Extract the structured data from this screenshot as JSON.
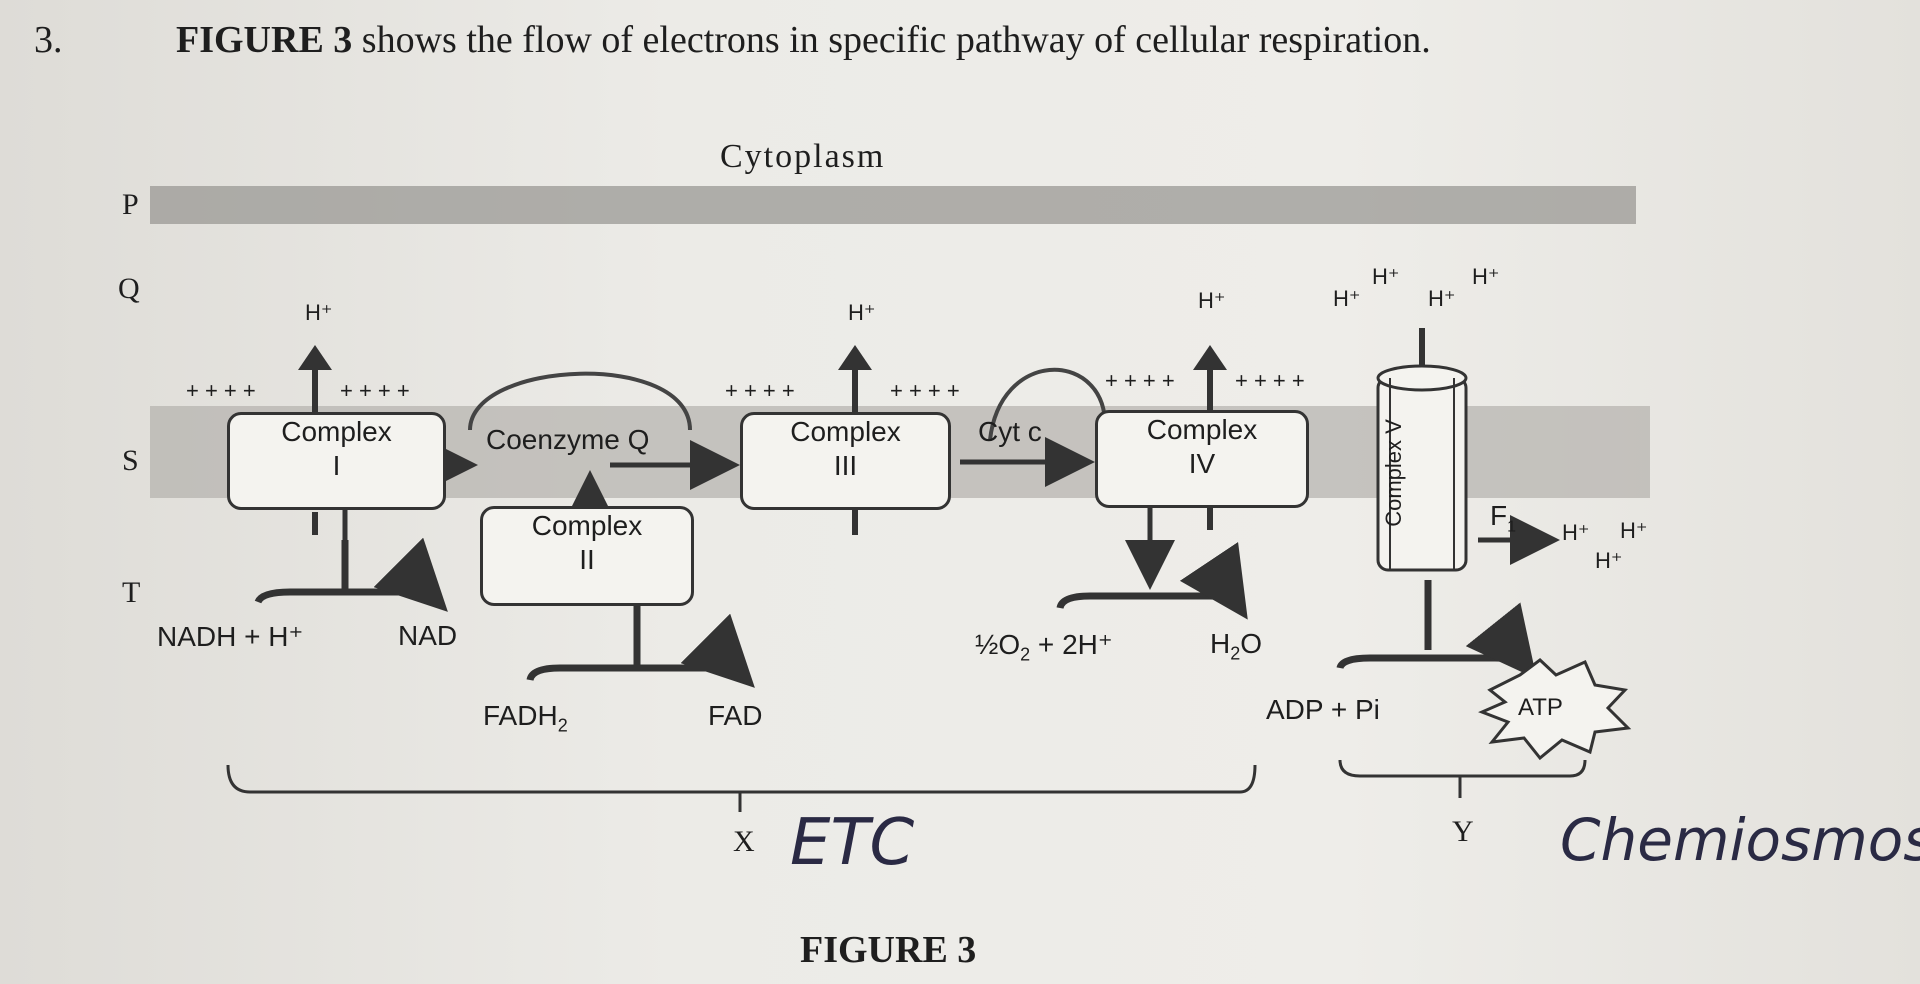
{
  "question": {
    "number": "3.",
    "bold": "FIGURE 3",
    "text": " shows the flow of electrons in specific pathway of cellular respiration."
  },
  "diagram": {
    "cytoplasm": "Cytoplasm",
    "letters": {
      "p": "P",
      "q": "Q",
      "s": "S",
      "t": "T",
      "x": "X",
      "y": "Y"
    },
    "complex1": {
      "line1": "Complex",
      "line2": "I"
    },
    "coenzyme": "Coenzyme Q",
    "complex2": {
      "line1": "Complex",
      "line2": "II"
    },
    "complex3": {
      "line1": "Complex",
      "line2": "III"
    },
    "cytc": "Cyt c",
    "complex4": {
      "line1": "Complex",
      "line2": "IV"
    },
    "complex5": "Complex V",
    "f1": "F",
    "f1_sub": "1",
    "hplus": "H⁺",
    "plus_signs": "+ + + +",
    "nadh": "NADH + H⁺",
    "nad": "NAD",
    "fadh2": "FADH",
    "fadh2_sub": "2",
    "fad": "FAD",
    "o2_left": "½O",
    "o2_sub": "2",
    "o2_right": " + 2H⁺",
    "water_h": "H",
    "water_sub": "2",
    "water_o": "O",
    "adp": "ADP + Pi",
    "atp": "ATP"
  },
  "handwriting": {
    "x_answer": "ETC",
    "y_answer": "Chemiosmosis"
  },
  "caption": "FIGURE 3"
}
